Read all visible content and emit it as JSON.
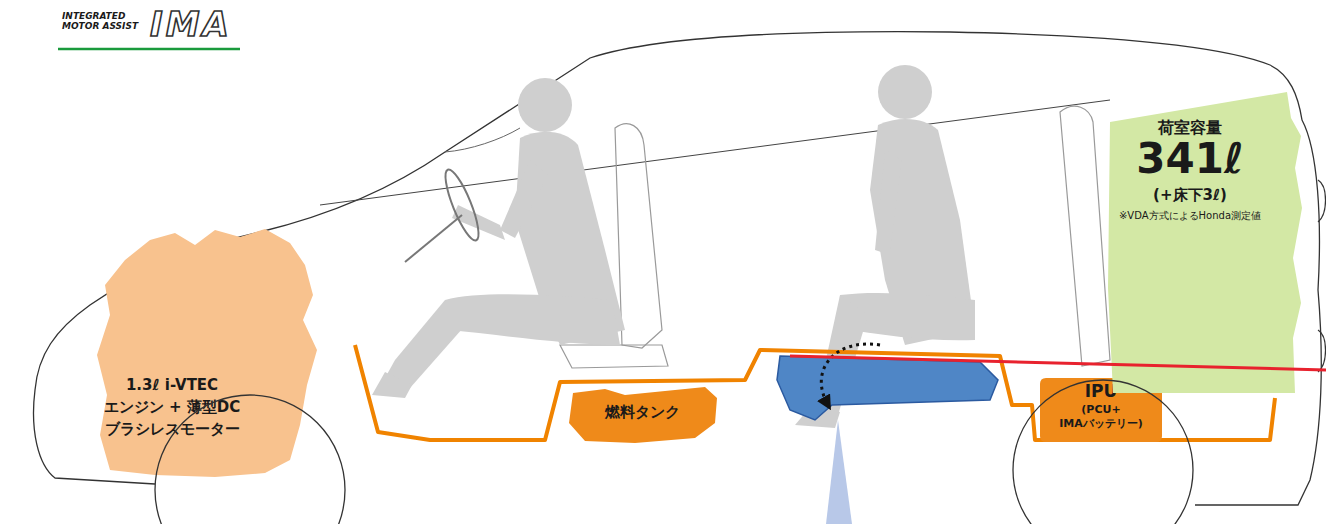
{
  "diagram": {
    "nodes": [
      {
        "text": [
          "1.3ℓ i-VTEC エンジン + 薄型DC ブラシレスモーター"
        ]
      },
      {
        "text": [
          "燃料タンク"
        ]
      },
      {
        "text": [
          "IPU",
          "(PCU+ IMAバッテリー)"
        ]
      },
      {
        "text": [
          "荷室容量",
          "341ℓ",
          "(+床下3ℓ)",
          "※VDA方式によるHonda測定値"
        ]
      }
    ],
    "labels": [
      "INTEGRATED MOTOR ASSIST",
      "IMA"
    ]
  }
}
